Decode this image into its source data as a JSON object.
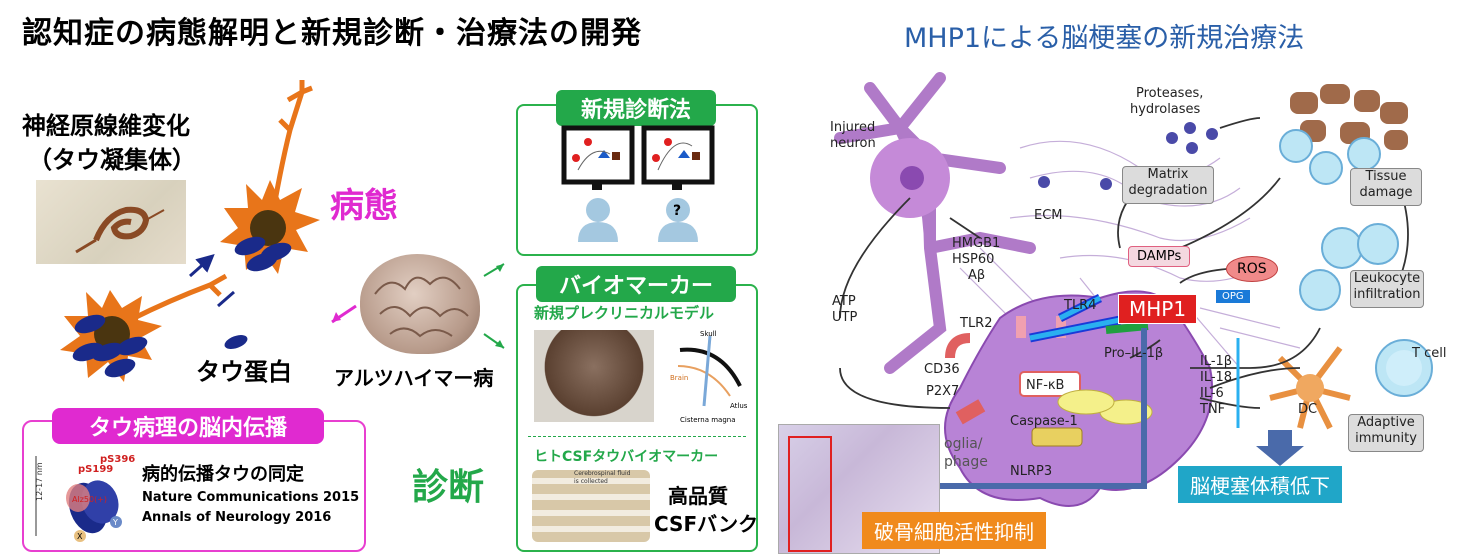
{
  "left_title": "認知症の病態解明と新規診断・治療法の開発",
  "right_title": "MHP1による脳梗塞の新規治療法",
  "left": {
    "nft_label_line1": "神経原線維変化",
    "nft_label_line2": "（タウ凝集体）",
    "pathology_label": "病態",
    "tau_protein_label": "タウ蛋白",
    "alzheimer_label": "アルツハイマー病",
    "diagnosis_label": "診断",
    "propagation_box": {
      "header": "タウ病理の脳内伝播",
      "text": "病的伝播タウの同定",
      "ref1": "Nature Communications 2015",
      "ref2": "Annals of Neurology 2016",
      "size_label": "12-17 nm",
      "ps199": "pS199",
      "ps396": "pS396",
      "alz50": "Alz50(+)",
      "x_label": "X",
      "y_label": "Y"
    },
    "diag_box": {
      "header": "新規診断法"
    },
    "biomarker_box": {
      "header": "バイオマーカー",
      "model_title": "新規プレクリニカルモデル",
      "skull": "Skull",
      "brain": "Brain",
      "atlus": "Atlus",
      "cisterna": "Cisterna magna",
      "csf_title": "ヒトCSFタウバイオマーカー",
      "csf_note_line1": "Cerebrospinal fluid",
      "csf_note_line2": "is collected",
      "bank_line1": "高品質",
      "bank_line2": "CSFバンク"
    }
  },
  "right": {
    "injured_neuron_line1": "Injured",
    "injured_neuron_line2": "neuron",
    "proteases_line1": "Proteases,",
    "proteases_line2": "hydrolases",
    "matrix_line1": "Matrix",
    "matrix_line2": "degradation",
    "tissue_line1": "Tissue",
    "tissue_line2": "damage",
    "ecm": "ECM",
    "hmgb1": "HMGB1",
    "hsp60": "HSP60",
    "abeta": "Aβ",
    "damps": "DAMPs",
    "ros": "ROS",
    "opg": "OPG",
    "mhp1": "MHP1",
    "leukocyte_line1": "Leukocyte",
    "leukocyte_line2": "infiltration",
    "atp": "ATP",
    "utp": "UTP",
    "tlr4": "TLR4",
    "tlr2": "TLR2",
    "cd36": "CD36",
    "p2x7": "P2X7",
    "nfkb": "NF-κB",
    "pro_il1b": "Pro–IL-1β",
    "caspase1": "Caspase-1",
    "nlrp3": "NLRP3",
    "il1b": "IL-1β",
    "il18": "IL-18",
    "il6": "IL-6",
    "tnf": "TNF",
    "tcell": "T cell",
    "dc": "DC",
    "adaptive_line1": "Adaptive",
    "adaptive_line2": "immunity",
    "microglia_line1": "oglia/",
    "microglia_line2": "phage",
    "infarct_label": "脳梗塞体積低下",
    "osteoclast_label": "破骨細胞活性抑制"
  },
  "colors": {
    "green": "#23a84a",
    "magenta": "#e02ad0",
    "orange_neuron": "#e8751a",
    "tau_blue": "#1a2a8a",
    "mhp1_red": "#e02020",
    "teal_banner": "#20a6c8",
    "orange_banner": "#f08a1c",
    "right_title_blue": "#2a5fa8"
  }
}
